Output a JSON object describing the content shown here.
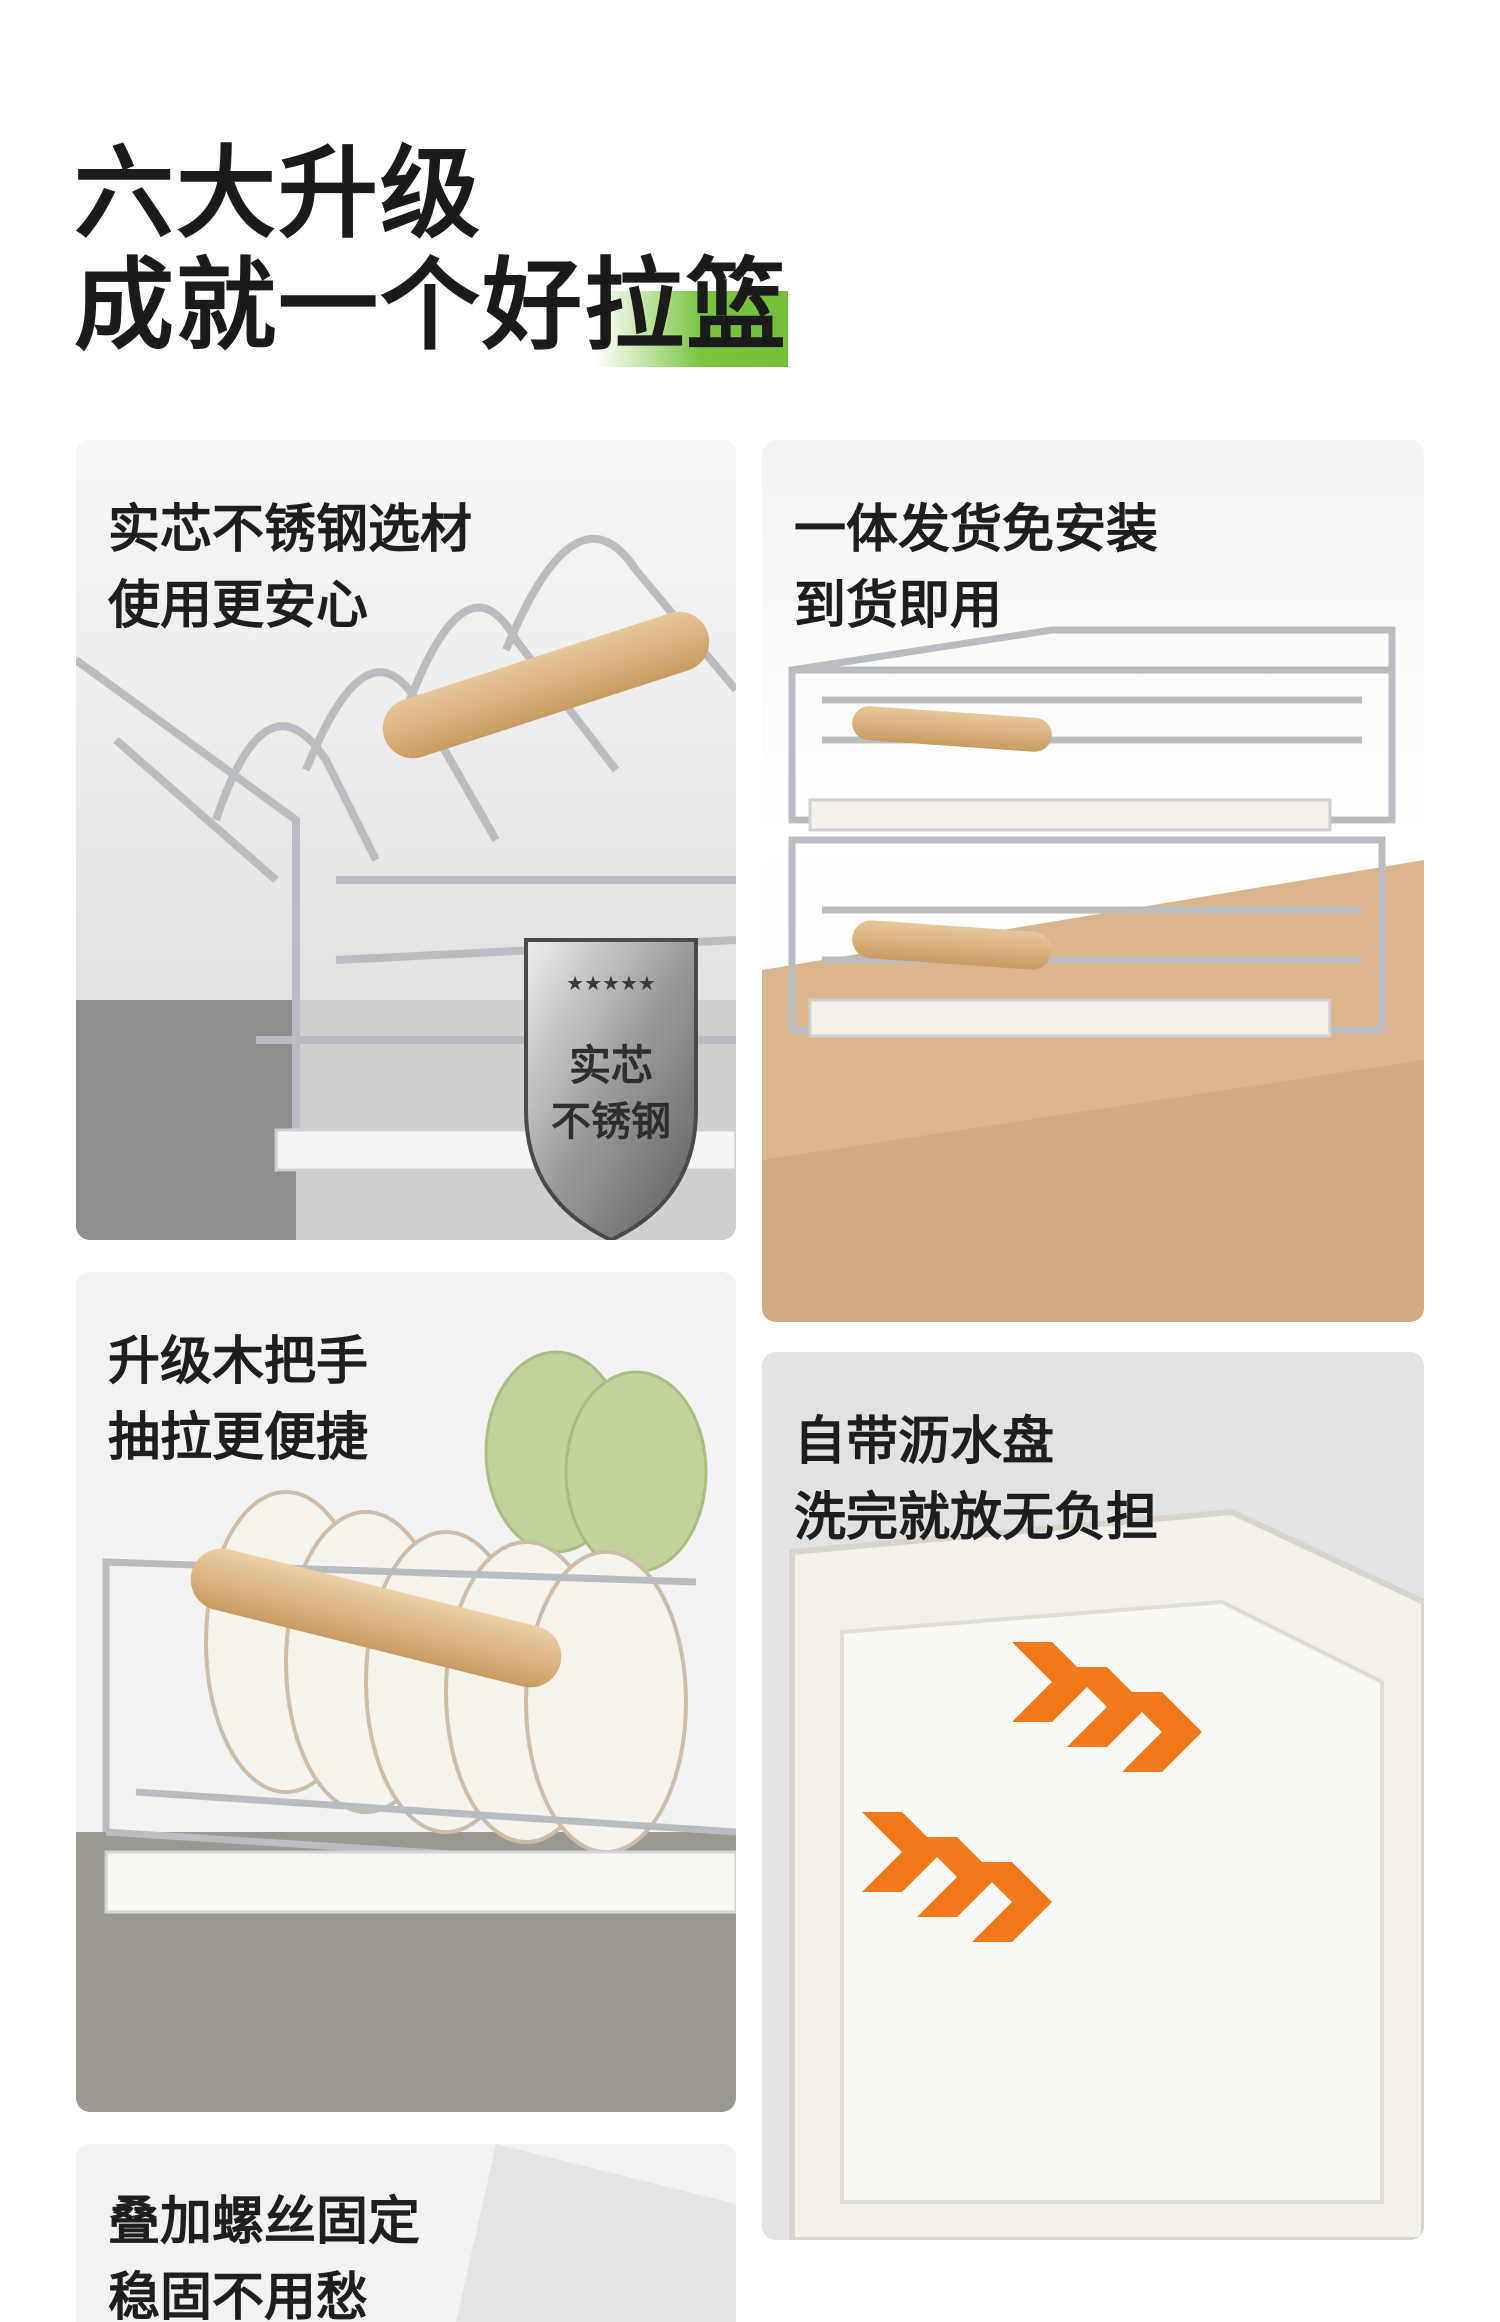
{
  "headline": {
    "line1": "六大升级",
    "line2": "成就一个好拉篮",
    "accent_color": "#7ac43f"
  },
  "features": [
    {
      "line1": "实芯不锈钢选材",
      "line2": "使用更安心",
      "badge": {
        "line1": "实芯",
        "line2": "不锈钢",
        "stars": "★★★★★"
      }
    },
    {
      "line1": "一体发货免安装",
      "line2": "到货即用"
    },
    {
      "line1": "升级木把手",
      "line2": "抽拉更便捷"
    },
    {
      "line1": "自带沥水盘",
      "line2": "洗完就放无负担"
    },
    {
      "line1": "叠加螺丝固定",
      "line2": "稳固不用愁"
    }
  ],
  "colors": {
    "chrome": "#c9ccd0",
    "wood": "#d9b487",
    "arrow": "#f07a1c",
    "tray": "#f3f0ea"
  }
}
